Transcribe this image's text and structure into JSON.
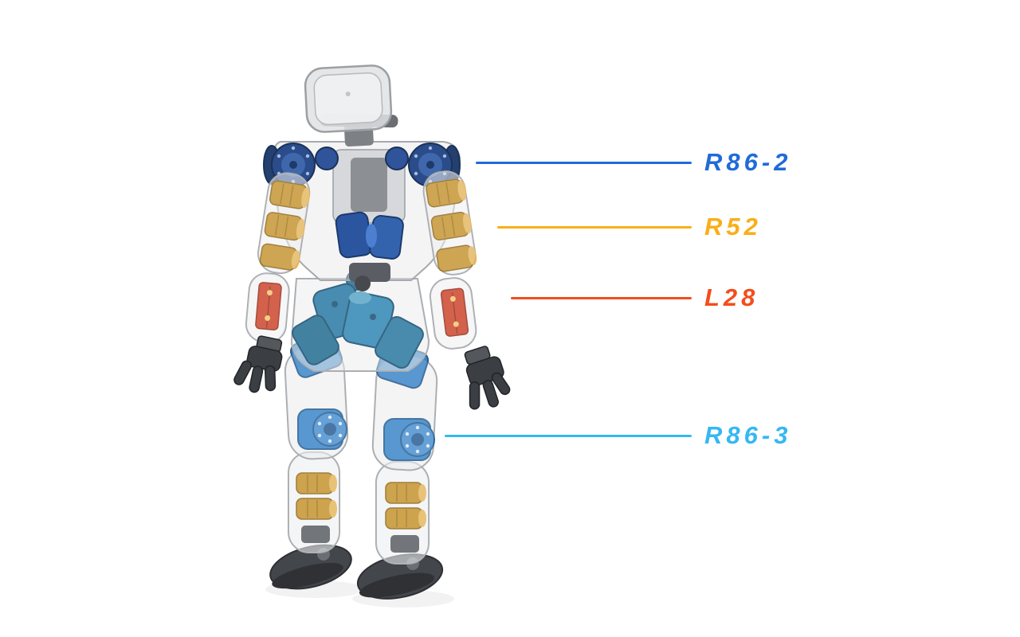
{
  "page": {
    "background_color": "#ffffff"
  },
  "figure": {
    "title": "Humanoid robot actuator callout diagram",
    "robot": {
      "view": "translucent rear-view render of a humanoid robot showing internal actuators",
      "colors": {
        "shell": "#e6e7e9",
        "shell_edge": "#a6a9ad",
        "shoulder_blue": "#2b4c8a",
        "chest_blue": "#2c55a0",
        "hip_teal": "#2f7da8",
        "knee_blue": "#3b85c8",
        "gold": "#c28f28",
        "red": "#c93a20",
        "dark": "#3b3e43"
      }
    },
    "callouts": [
      {
        "label": "R86-2",
        "color": "#1f6bd8",
        "points_to": "shoulder actuator"
      },
      {
        "label": "R52",
        "color": "#f9ae19",
        "points_to": "elbow actuator"
      },
      {
        "label": "L28",
        "color": "#f24e1d",
        "points_to": "forearm actuator"
      },
      {
        "label": "R86-3",
        "color": "#35b8f2",
        "points_to": "knee actuator"
      }
    ]
  }
}
